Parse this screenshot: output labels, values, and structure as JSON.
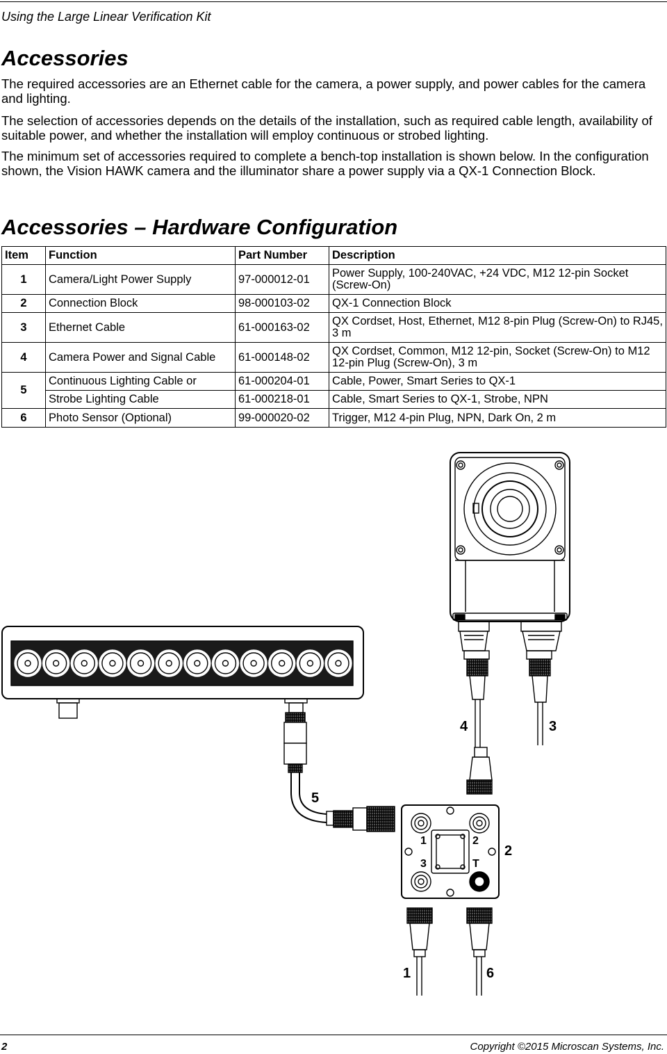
{
  "header": {
    "running_title": "Using the Large Linear Verification Kit"
  },
  "section1": {
    "title": "Accessories",
    "paragraphs": [
      "The required accessories are an Ethernet cable for the camera, a power supply, and power cables for the camera and lighting.",
      "The selection of accessories depends on the details of the installation, such as required cable length, availability of suitable power, and whether the installation will employ continuous or strobed lighting.",
      "The minimum set of accessories required to complete a bench-top installation is shown below. In the configuration shown, the Vision HAWK camera and the illuminator share a power supply via a QX-1 Connection Block."
    ]
  },
  "section2": {
    "title": "Accessories – Hardware Configuration"
  },
  "table": {
    "headers": [
      "Item",
      "Function",
      "Part Number",
      "Description"
    ],
    "rows": [
      {
        "item": "1",
        "function": "Camera/Light Power Supply",
        "part": "97-000012-01",
        "desc": "Power Supply, 100-240VAC, +24 VDC, M12 12-pin Socket (Screw-On)"
      },
      {
        "item": "2",
        "function": "Connection Block",
        "part": "98-000103-02",
        "desc": "QX-1 Connection Block"
      },
      {
        "item": "3",
        "function": "Ethernet Cable",
        "part": "61-000163-02",
        "desc": "QX Cordset, Host, Ethernet, M12 8-pin Plug (Screw-On) to RJ45, 3 m"
      },
      {
        "item": "4",
        "function": "Camera Power and Signal Cable",
        "part": "61-000148-02",
        "desc": "QX Cordset, Common, M12 12-pin, Socket (Screw-On) to M12 12-pin Plug (Screw-On), 3 m"
      },
      {
        "item": "5",
        "function": "Continuous Lighting Cable or",
        "part": "61-000204-01",
        "desc": "Cable, Power, Smart Series to QX-1"
      },
      {
        "item": "",
        "function": "Strobe Lighting Cable",
        "part": "61-000218-01",
        "desc": "Cable, Smart Series to QX-1, Strobe, NPN"
      },
      {
        "item": "6",
        "function": "Photo Sensor (Optional)",
        "part": "99-000020-02",
        "desc": "Trigger, M12 4-pin Plug, NPN, Dark On, 2 m"
      }
    ]
  },
  "diagram": {
    "callouts": {
      "c1": "1",
      "c2": "2",
      "c3": "3",
      "c4": "4",
      "c5": "5",
      "c6": "6"
    },
    "block_port_labels": {
      "p1": "1",
      "p2": "2",
      "p3": "3",
      "pt": "T"
    },
    "illuminator_led_count": 12
  },
  "footer": {
    "page_number": "2",
    "copyright": "Copyright ©2015 Microscan Systems, Inc."
  }
}
